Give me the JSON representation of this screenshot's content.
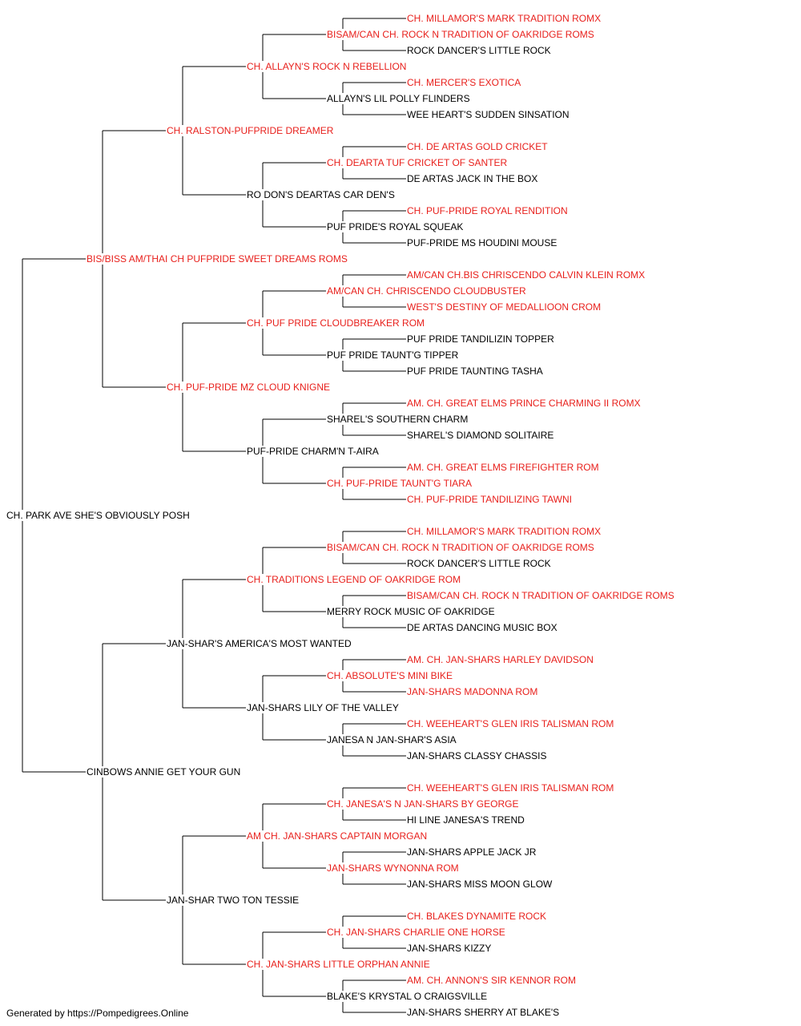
{
  "colors": {
    "champion": "#e8201c",
    "normal": "#000000"
  },
  "footer": "Generated by https://Pompedigrees.Online",
  "pedigree": {
    "n": "CH. PARK AVE SHE'S OBVIOUSLY POSH",
    "ch": false,
    "s": {
      "n": "BIS/BISS AM/THAI CH PUFPRIDE SWEET DREAMS ROMS",
      "ch": true,
      "s": {
        "n": "CH. RALSTON-PUFPRIDE DREAMER",
        "ch": true,
        "s": {
          "n": "CH. ALLAYN'S ROCK N REBELLION",
          "ch": true,
          "s": {
            "n": "BISAM/CAN CH. ROCK N TRADITION OF OAKRIDGE ROMS",
            "ch": true,
            "s": {
              "n": "CH. MILLAMOR'S MARK TRADITION ROMX",
              "ch": true
            },
            "d": {
              "n": "ROCK DANCER'S LITTLE ROCK",
              "ch": false
            }
          },
          "d": {
            "n": "ALLAYN'S LIL POLLY FLINDERS",
            "ch": false,
            "s": {
              "n": "CH. MERCER'S EXOTICA",
              "ch": true
            },
            "d": {
              "n": "WEE HEART'S SUDDEN SINSATION",
              "ch": false
            }
          }
        },
        "d": {
          "n": "RO DON'S DEARTAS CAR DEN'S",
          "ch": false,
          "s": {
            "n": "CH. DEARTA TUF CRICKET OF SANTER",
            "ch": true,
            "s": {
              "n": "CH. DE ARTAS GOLD CRICKET",
              "ch": true
            },
            "d": {
              "n": "DE ARTAS JACK IN THE BOX",
              "ch": false
            }
          },
          "d": {
            "n": "PUF PRIDE'S ROYAL SQUEAK",
            "ch": false,
            "s": {
              "n": "CH. PUF-PRIDE ROYAL RENDITION",
              "ch": true
            },
            "d": {
              "n": "PUF-PRIDE MS HOUDINI MOUSE",
              "ch": false
            }
          }
        }
      },
      "d": {
        "n": "CH. PUF-PRIDE MZ CLOUD KNIGNE",
        "ch": true,
        "s": {
          "n": "CH. PUF PRIDE CLOUDBREAKER ROM",
          "ch": true,
          "s": {
            "n": "AM/CAN CH. CHRISCENDO CLOUDBUSTER",
            "ch": true,
            "s": {
              "n": "AM/CAN CH.BIS CHRISCENDO CALVIN KLEIN ROMX",
              "ch": true
            },
            "d": {
              "n": "WEST'S DESTINY OF MEDALLIOON CROM",
              "ch": true
            }
          },
          "d": {
            "n": "PUF PRIDE TAUNT'G TIPPER",
            "ch": false,
            "s": {
              "n": "PUF PRIDE TANDILIZIN TOPPER",
              "ch": false
            },
            "d": {
              "n": "PUF PRIDE TAUNTING TASHA",
              "ch": false
            }
          }
        },
        "d": {
          "n": "PUF-PRIDE CHARM'N T-AIRA",
          "ch": false,
          "s": {
            "n": "SHAREL'S SOUTHERN CHARM",
            "ch": false,
            "s": {
              "n": "AM. CH. GREAT ELMS PRINCE CHARMING II ROMX",
              "ch": true
            },
            "d": {
              "n": "SHAREL'S DIAMOND SOLITAIRE",
              "ch": false
            }
          },
          "d": {
            "n": "CH. PUF-PRIDE TAUNT'G TIARA",
            "ch": true,
            "s": {
              "n": "AM. CH. GREAT ELMS FIREFIGHTER ROM",
              "ch": true
            },
            "d": {
              "n": "CH. PUF-PRIDE TANDILIZING TAWNI",
              "ch": true
            }
          }
        }
      }
    },
    "d": {
      "n": "CINBOWS ANNIE GET YOUR GUN",
      "ch": false,
      "s": {
        "n": "JAN-SHAR'S AMERICA'S MOST WANTED",
        "ch": false,
        "s": {
          "n": "CH. TRADITIONS LEGEND OF OAKRIDGE ROM",
          "ch": true,
          "s": {
            "n": "BISAM/CAN CH. ROCK N TRADITION OF OAKRIDGE ROMS",
            "ch": true,
            "s": {
              "n": "CH. MILLAMOR'S MARK TRADITION ROMX",
              "ch": true
            },
            "d": {
              "n": "ROCK DANCER'S LITTLE ROCK",
              "ch": false
            }
          },
          "d": {
            "n": "MERRY ROCK MUSIC OF OAKRIDGE",
            "ch": false,
            "s": {
              "n": "BISAM/CAN CH. ROCK N TRADITION OF OAKRIDGE ROMS",
              "ch": true
            },
            "d": {
              "n": "DE ARTAS DANCING MUSIC BOX",
              "ch": false
            }
          }
        },
        "d": {
          "n": "JAN-SHARS LILY OF THE VALLEY",
          "ch": false,
          "s": {
            "n": "CH. ABSOLUTE'S MINI BIKE",
            "ch": true,
            "s": {
              "n": "AM. CH. JAN-SHARS HARLEY DAVIDSON",
              "ch": true
            },
            "d": {
              "n": "JAN-SHARS MADONNA ROM",
              "ch": true
            }
          },
          "d": {
            "n": "JANESA N JAN-SHAR'S ASIA",
            "ch": false,
            "s": {
              "n": "CH. WEEHEART'S GLEN IRIS TALISMAN ROM",
              "ch": true
            },
            "d": {
              "n": "JAN-SHARS CLASSY CHASSIS",
              "ch": false
            }
          }
        }
      },
      "d": {
        "n": "JAN-SHAR TWO TON TESSIE",
        "ch": false,
        "s": {
          "n": "AM CH. JAN-SHARS CAPTAIN MORGAN",
          "ch": true,
          "s": {
            "n": "CH. JANESA'S N JAN-SHARS BY GEORGE",
            "ch": true,
            "s": {
              "n": "CH. WEEHEART'S GLEN IRIS TALISMAN ROM",
              "ch": true
            },
            "d": {
              "n": "HI LINE JANESA'S TREND",
              "ch": false
            }
          },
          "d": {
            "n": "JAN-SHARS WYNONNA ROM",
            "ch": true,
            "s": {
              "n": "JAN-SHARS APPLE JACK JR",
              "ch": false
            },
            "d": {
              "n": "JAN-SHARS MISS MOON GLOW",
              "ch": false
            }
          }
        },
        "d": {
          "n": "CH. JAN-SHARS LITTLE ORPHAN ANNIE",
          "ch": true,
          "s": {
            "n": "CH. JAN-SHARS CHARLIE ONE HORSE",
            "ch": true,
            "s": {
              "n": "CH. BLAKES DYNAMITE ROCK",
              "ch": true
            },
            "d": {
              "n": "JAN-SHARS KIZZY",
              "ch": false
            }
          },
          "d": {
            "n": "BLAKE'S KRYSTAL O CRAIGSVILLE",
            "ch": false,
            "s": {
              "n": "AM. CH. ANNON'S SIR KENNOR ROM",
              "ch": true
            },
            "d": {
              "n": "JAN-SHARS SHERRY AT BLAKE'S",
              "ch": false
            }
          }
        }
      }
    }
  }
}
